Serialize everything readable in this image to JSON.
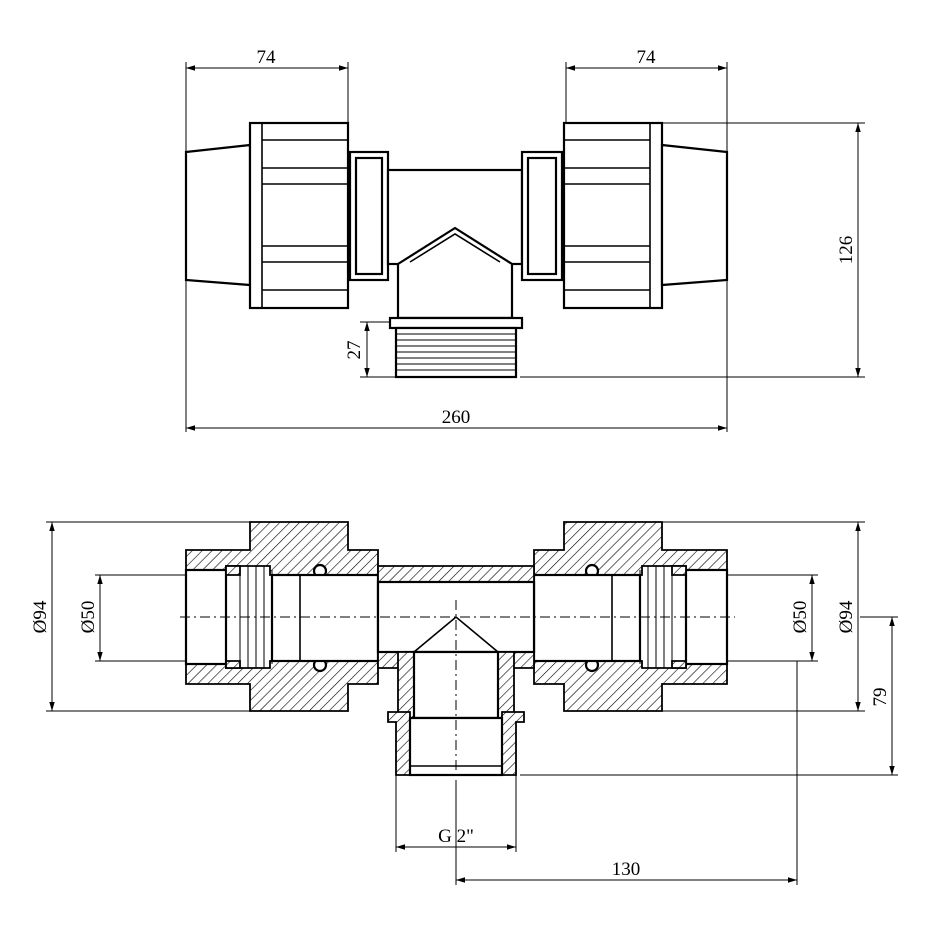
{
  "drawing": {
    "top_view": {
      "dim_left_coupling": "74",
      "dim_right_coupling": "74",
      "dim_height": "126",
      "dim_thread_length": "27",
      "dim_overall_length": "260"
    },
    "section_view": {
      "dim_outer_diameter_left": "Ø94",
      "dim_pipe_diameter_left": "Ø50",
      "dim_pipe_diameter_right": "Ø50",
      "dim_outer_diameter_right": "Ø94",
      "dim_branch_height": "79",
      "dim_thread": "G 2\"",
      "dim_half_length": "130"
    }
  }
}
